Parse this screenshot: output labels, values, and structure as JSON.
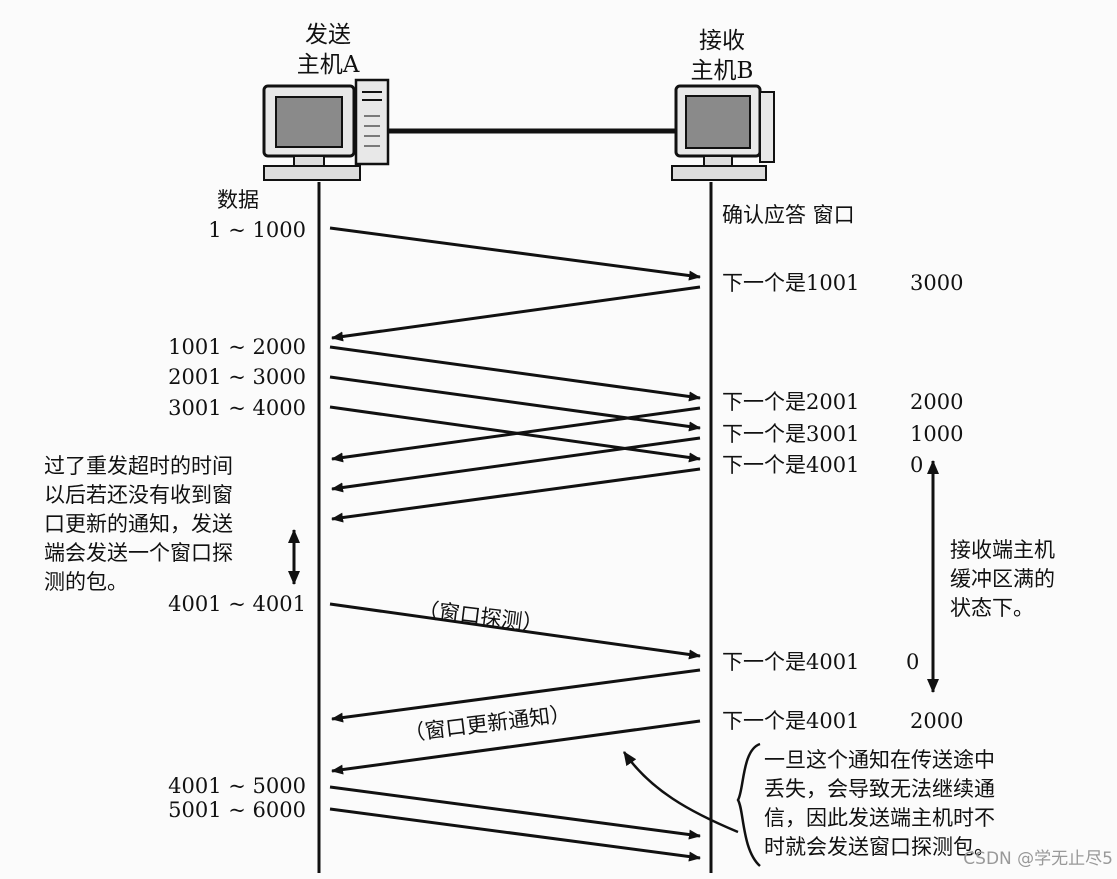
{
  "host_a": {
    "label_line1": "发送",
    "label_line2": "主机A"
  },
  "host_b": {
    "label_line1": "接收",
    "label_line2": "主机B"
  },
  "col_headers": {
    "data": "数据",
    "ack_window": "确认应答 窗口"
  },
  "send_segments": [
    {
      "range": "1 ~ 1000"
    },
    {
      "range": "1001 ~ 2000"
    },
    {
      "range": "2001 ~ 3000"
    },
    {
      "range": "3001 ~ 4000"
    },
    {
      "range": "4001 ~ 4001"
    },
    {
      "range": "4001 ~ 5000"
    },
    {
      "range": "5001 ~ 6000"
    }
  ],
  "acks": [
    {
      "next": "下一个是1001",
      "window": "3000"
    },
    {
      "next": "下一个是2001",
      "window": "2000"
    },
    {
      "next": "下一个是3001",
      "window": "1000"
    },
    {
      "next": "下一个是4001",
      "window": "0"
    },
    {
      "next": "下一个是4001",
      "window": "0"
    },
    {
      "next": "下一个是4001",
      "window": "2000"
    }
  ],
  "labels": {
    "window_probe": "（窗口探测）",
    "window_update": "（窗口更新通知）"
  },
  "notes": {
    "timeout": "过了重发超时的时间\n以后若还没有收到窗\n口更新的通知，发送\n端会发送一个窗口探\n测的包。",
    "buffer_full": "接收端主机\n缓冲区满的\n状态下。",
    "lost": "一旦这个通知在传送途中\n丢失，会导致无法继续通\n信，因此发送端主机时不\n时就会发送窗口探测包。"
  },
  "watermark": "CSDN @学无止尽5"
}
